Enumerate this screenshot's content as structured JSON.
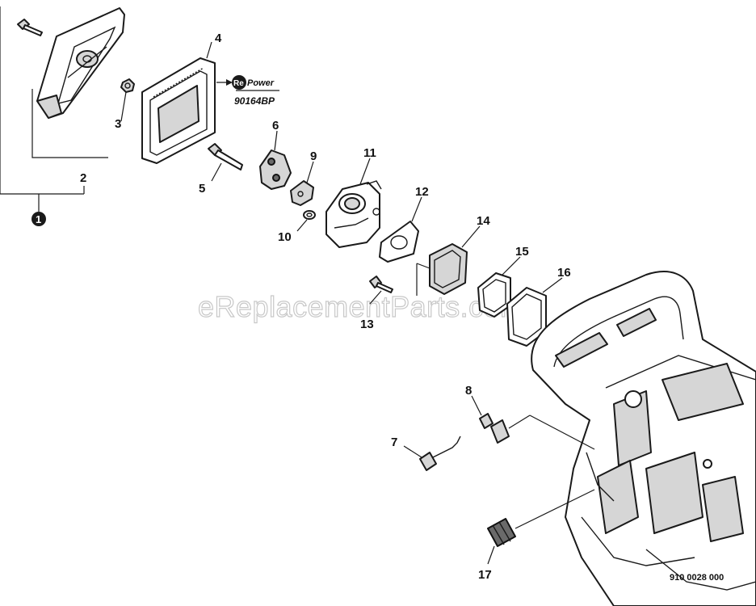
{
  "callouts": {
    "c1": "1",
    "c2": "2",
    "c3": "3",
    "c4": "4",
    "c5": "5",
    "c6": "6",
    "c7": "7",
    "c8": "8",
    "c9": "9",
    "c10": "10",
    "c11": "11",
    "c12": "12",
    "c13": "13",
    "c14": "14",
    "c15": "15",
    "c16": "16",
    "c17": "17"
  },
  "repower": {
    "logo_re": "Re",
    "logo_power": "Power",
    "part_number": "90164BP"
  },
  "watermark": "eReplacementParts.com",
  "drawing_code": "910 0028 000"
}
